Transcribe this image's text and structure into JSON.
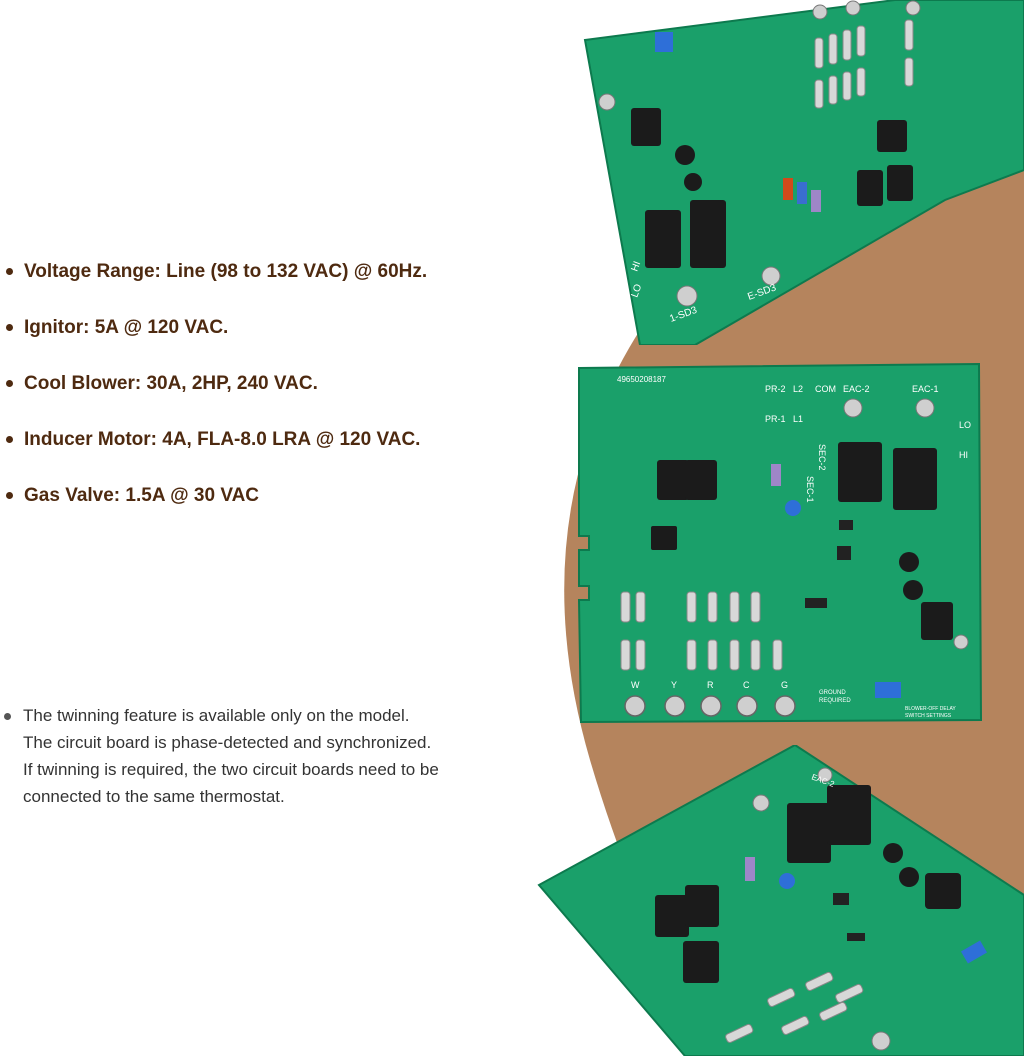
{
  "colors": {
    "accent_brown": "#4e2a10",
    "background_tan": "#b5845d",
    "board_green": "#1aa06a"
  },
  "specs": [
    "Voltage Range: Line (98 to 132 VAC) @ 60Hz.",
    "Ignitor: 5A @ 120 VAC.",
    "Cool Blower: 30A, 2HP, 240 VAC.",
    "Inducer Motor: 4A, FLA-8.0 LRA @ 120 VAC.",
    "Gas Valve: 1.5A @ 30 VAC"
  ],
  "note": [
    "The twinning feature is available only on the model.",
    "The circuit board is phase-detected and synchronized.",
    "If twinning is required, the two circuit boards need to be",
    "connected to the same thermostat."
  ],
  "board_top": {
    "labels": [
      "1-SD3",
      "E-SD3",
      "LO",
      "HI"
    ]
  },
  "board_middle": {
    "labels": [
      "PR-2",
      "L2",
      "COM",
      "EAC-2",
      "EAC-1",
      "PR-1",
      "L1",
      "LO",
      "HI",
      "SEC-1",
      "SEC-2"
    ],
    "terminals": [
      "W",
      "Y",
      "R",
      "C",
      "G"
    ],
    "tags": [
      "GROUND",
      "REQUIRED",
      "BLOWER-OFF DELAY",
      "SWITCH SETTINGS"
    ],
    "part_number": "49650208187"
  },
  "board_bottom": {
    "labels": [
      "EAC-2"
    ]
  }
}
